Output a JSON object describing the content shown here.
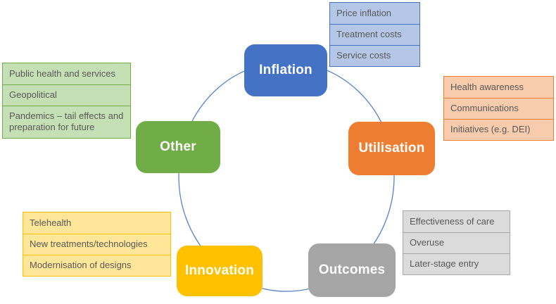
{
  "diagram": {
    "type": "cycle-diagram",
    "ring_color": "#4472C4",
    "item_text_color": "#595959",
    "nodes": [
      {
        "id": "inflation",
        "label": "Inflation",
        "fill": "#4472C4",
        "item_fill": "#B4C7E7",
        "item_border": "#4472C4",
        "items": [
          "Price inflation",
          "Treatment costs",
          "Service costs"
        ]
      },
      {
        "id": "utilisation",
        "label": "Utilisation",
        "fill": "#ED7D31",
        "item_fill": "#F8CBAD",
        "item_border": "#ED7D31",
        "items": [
          "Health awareness",
          "Communications",
          "Initiatives (e.g. DEI)"
        ]
      },
      {
        "id": "outcomes",
        "label": "Outcomes",
        "fill": "#A5A5A5",
        "item_fill": "#DBDBDB",
        "item_border": "#A6A6A6",
        "items": [
          "Effectiveness of care",
          "Overuse",
          "Later-stage entry"
        ]
      },
      {
        "id": "innovation",
        "label": "Innovation",
        "fill": "#FFC000",
        "item_fill": "#FFE699",
        "item_border": "#FFC000",
        "items": [
          "Telehealth",
          "New treatments/technologies",
          "Modernisation of designs"
        ]
      },
      {
        "id": "other",
        "label": "Other",
        "fill": "#70AD47",
        "item_fill": "#C5E0B4",
        "item_border": "#70AD47",
        "items": [
          "Public health and services",
          "Geopolitical",
          "Pandemics – tail effects and preparation for future"
        ]
      }
    ]
  }
}
